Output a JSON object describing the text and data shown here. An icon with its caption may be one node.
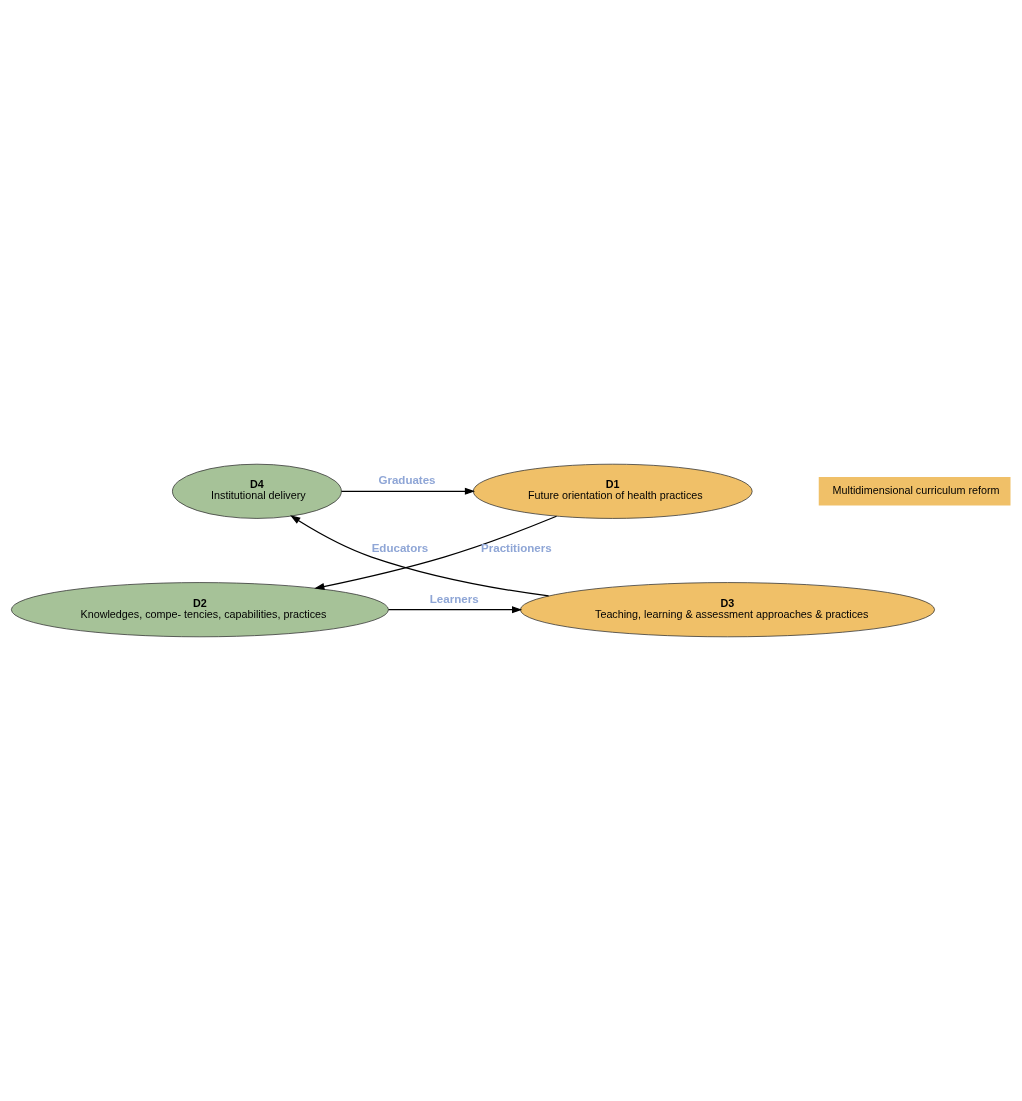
{
  "diagram": {
    "nodes": [
      {
        "text": [
          "D1",
          "Future orientation of health practices"
        ]
      },
      {
        "text": [
          "D4",
          "Institutional delivery"
        ]
      },
      {
        "text": [
          "Multidimensional curriculum reform"
        ]
      },
      {
        "text": [
          "D2",
          "Knowledges, compe- tencies, capabilities, practices"
        ]
      },
      {
        "text": [
          "D3",
          "Teaching, learning & assessment approaches & practices"
        ]
      }
    ],
    "edges": [
      {
        "from": 1,
        "to": 0,
        "arrow": "to",
        "label": "Graduates"
      },
      {
        "from": 0,
        "to": 3,
        "arrow": "to",
        "label": "Practitioners"
      },
      {
        "from": 3,
        "to": 4,
        "arrow": "to",
        "label": "Learners"
      },
      {
        "from": 4,
        "to": 1,
        "arrow": "to",
        "label": "Educators"
      }
    ]
  }
}
